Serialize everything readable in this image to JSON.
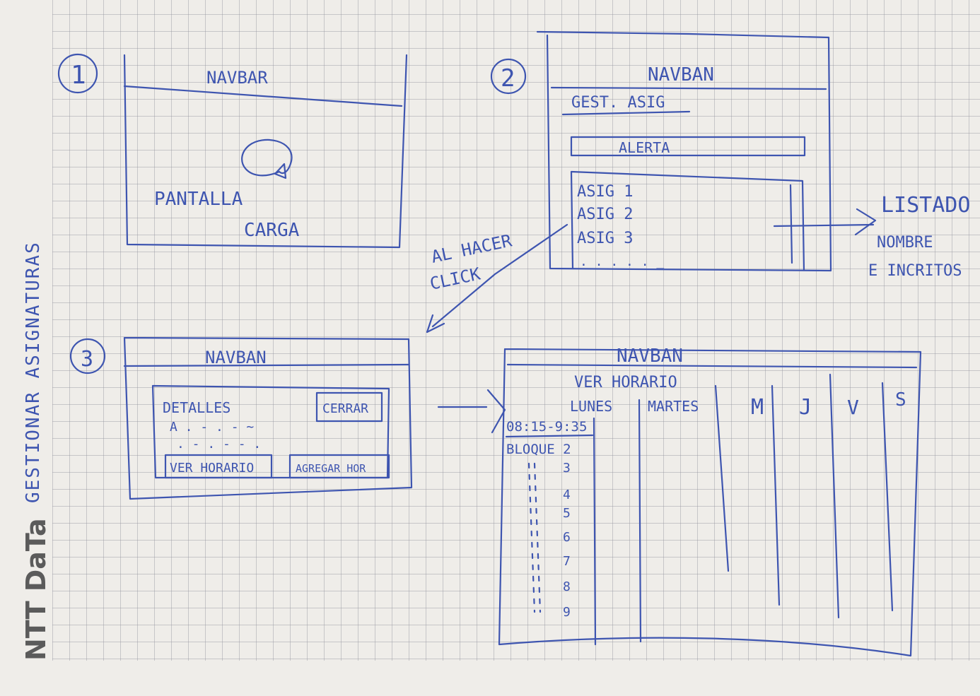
{
  "side": {
    "title": "GESTIONAR ASIGNATURAS",
    "brand": "NTT DaTa"
  },
  "frame1": {
    "number": "1",
    "navbar": "NAVBAR",
    "loading_line1": "PANTALLA",
    "loading_line2": "CARGA"
  },
  "frame2": {
    "number": "2",
    "navbar": "NAVBAN",
    "title": "GEST. ASIG",
    "alert": "ALERTA",
    "items": [
      "ASIG 1",
      "ASIG 2",
      "ASIG 3"
    ],
    "more": ". . . .  . _",
    "note_line1": "LISTADO",
    "note_line2": "NOMBRE",
    "note_line3": "E INCRITOS"
  },
  "arrow_note": {
    "line1": "AL HACER",
    "line2": "CLICK"
  },
  "frame3": {
    "number": "3",
    "navbar": "NAVBAN",
    "details": "DETALLES",
    "close_button": "CERRAR",
    "line1": "A . - . - ~",
    "line2": ". - . - - .",
    "schedule_button": "VER HORARIO",
    "add_time_button": "AGREGAR HOR"
  },
  "frame4": {
    "navbar": "NAVBAN",
    "title": "VER HORARIO",
    "days": [
      "LUNES",
      "MARTES",
      "M",
      "J",
      "V",
      "S"
    ],
    "time_slot": "08:15-9:35",
    "block_label": "BLOQUE 2",
    "block_numbers": [
      "3",
      "4",
      "5",
      "6",
      "7",
      "8",
      "9"
    ]
  }
}
